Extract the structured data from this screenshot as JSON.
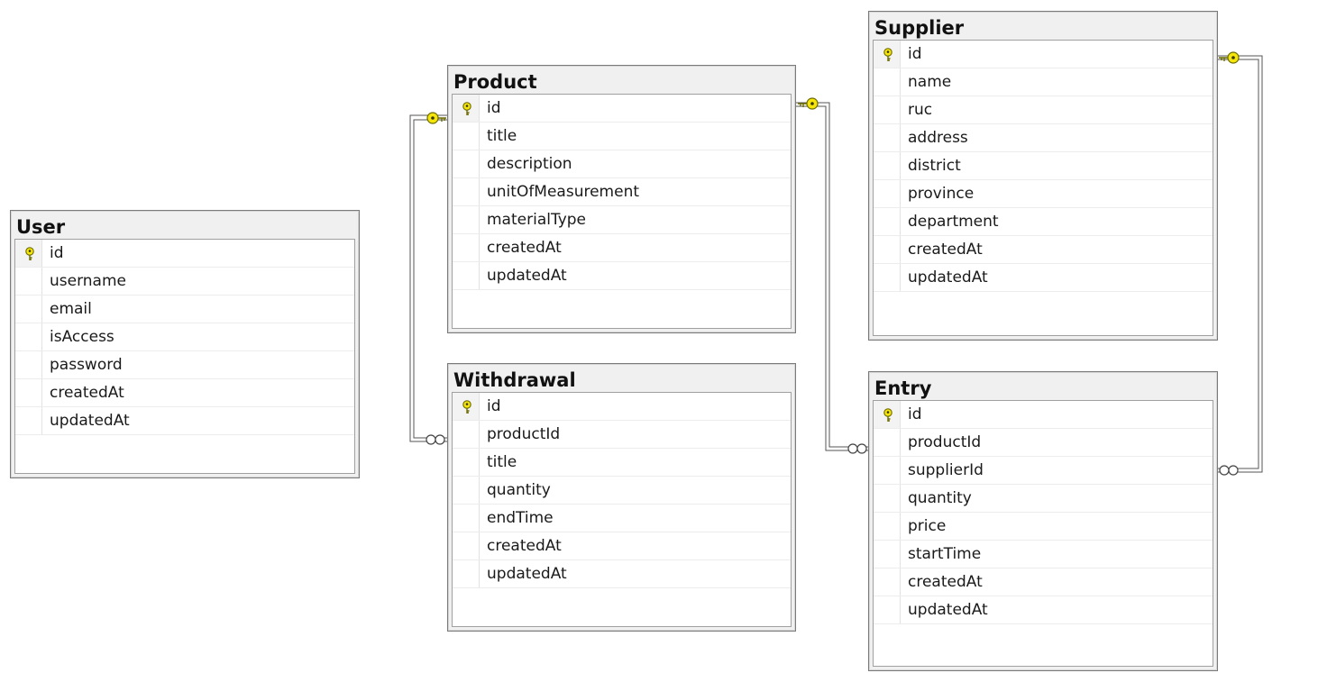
{
  "tables": {
    "user": {
      "name": "User",
      "columns": [
        "id",
        "username",
        "email",
        "isAccess",
        "password",
        "createdAt",
        "updatedAt"
      ]
    },
    "product": {
      "name": "Product",
      "columns": [
        "id",
        "title",
        "description",
        "unitOfMeasurement",
        "materialType",
        "createdAt",
        "updatedAt"
      ]
    },
    "withdrawal": {
      "name": "Withdrawal",
      "columns": [
        "id",
        "productId",
        "title",
        "quantity",
        "endTime",
        "createdAt",
        "updatedAt"
      ]
    },
    "supplier": {
      "name": "Supplier",
      "columns": [
        "id",
        "name",
        "ruc",
        "address",
        "district",
        "province",
        "department",
        "createdAt",
        "updatedAt"
      ]
    },
    "entry": {
      "name": "Entry",
      "columns": [
        "id",
        "productId",
        "supplierId",
        "quantity",
        "price",
        "startTime",
        "createdAt",
        "updatedAt"
      ]
    }
  },
  "relationships": [
    {
      "from": "Product.id",
      "to": "Withdrawal.productId",
      "type": "one-to-many"
    },
    {
      "from": "Product.id",
      "to": "Entry.productId",
      "type": "one-to-many"
    },
    {
      "from": "Supplier.id",
      "to": "Entry.supplierId",
      "type": "one-to-many"
    }
  ],
  "icons": {
    "primary_key": "key-icon",
    "one_end": "key-icon",
    "many_end": "infinity-icon"
  },
  "colors": {
    "key_fill": "#f5e50a",
    "key_stroke": "#6b6b00",
    "header_bg": "#f0f0f0",
    "border": "#7a7a7a"
  }
}
